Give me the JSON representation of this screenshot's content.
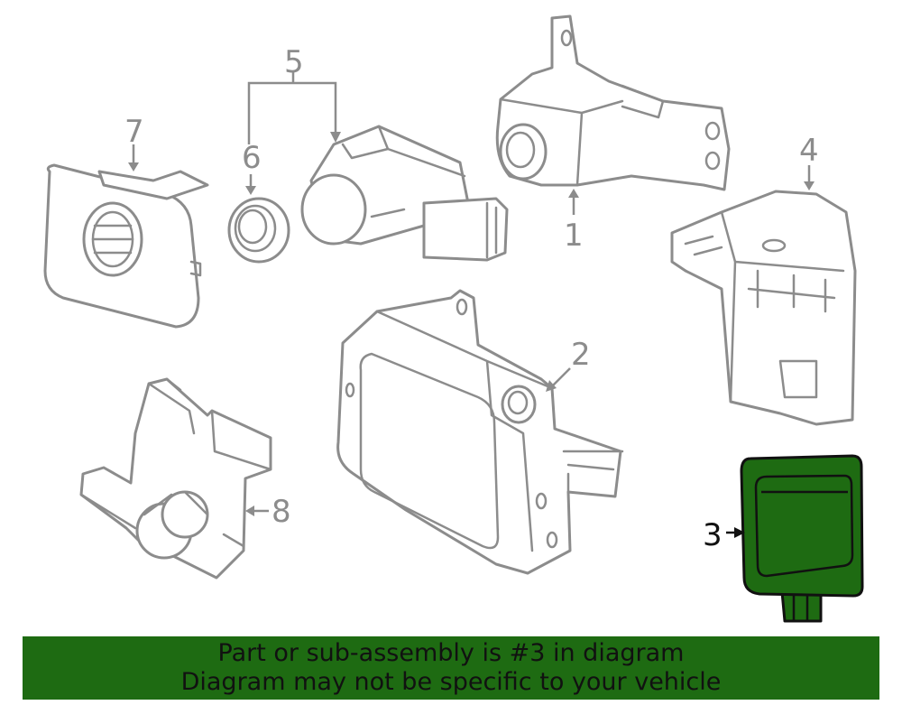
{
  "callouts": {
    "c1": "1",
    "c2": "2",
    "c3": "3",
    "c4": "4",
    "c5": "5",
    "c6": "6",
    "c7": "7",
    "c8": "8"
  },
  "highlight_color": "#1e6b12",
  "banner": {
    "line1": "Part or sub-assembly is #3 in diagram",
    "line2": "Diagram may not be specific to your vehicle"
  }
}
